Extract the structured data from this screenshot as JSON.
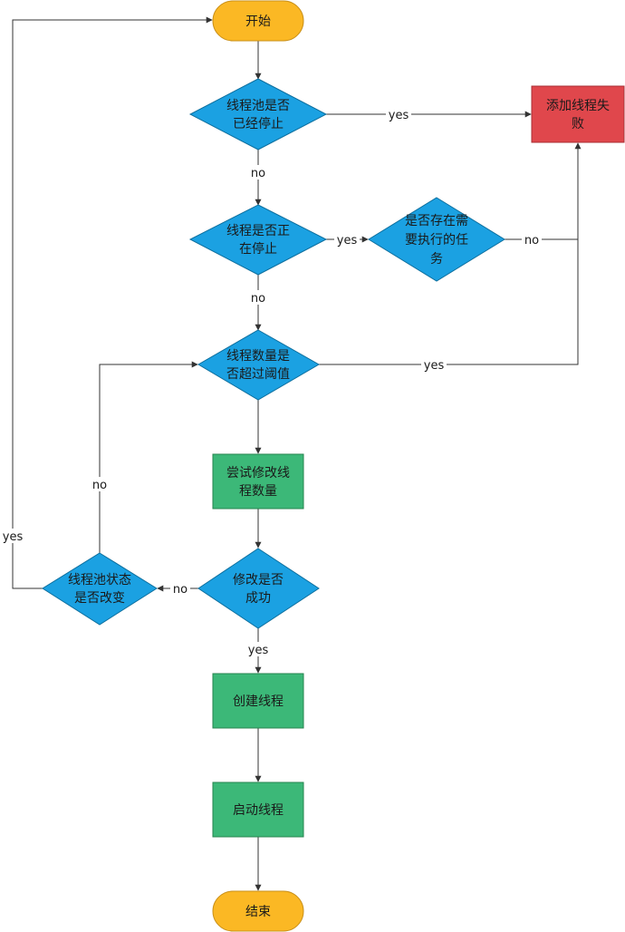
{
  "colors": {
    "terminal": "#FBB824",
    "decision": "#1BA1E2",
    "process": "#3CB878",
    "failure": "#E0474C",
    "line": "#333333"
  },
  "nodes": {
    "start": {
      "label": "开始"
    },
    "d_pool_stopped": {
      "lines": [
        "线程池是否",
        "已经停止"
      ]
    },
    "add_fail": {
      "lines": [
        "添加线程失",
        "败"
      ]
    },
    "d_thread_stopping": {
      "lines": [
        "线程是否正",
        "在停止"
      ]
    },
    "d_task_exists": {
      "lines": [
        "是否存在需",
        "要执行的任",
        "务"
      ]
    },
    "d_exceed": {
      "lines": [
        "线程数量是",
        "否超过阈值"
      ]
    },
    "p_try_modify": {
      "lines": [
        "尝试修改线",
        "程数量"
      ]
    },
    "d_modify_ok": {
      "lines": [
        "修改是否",
        "成功"
      ]
    },
    "d_state_changed": {
      "lines": [
        "线程池状态",
        "是否改变"
      ]
    },
    "p_create": {
      "label": "创建线程"
    },
    "p_start": {
      "label": "启动线程"
    },
    "end": {
      "label": "结束"
    }
  },
  "edge_labels": {
    "pool_stopped_yes": "yes",
    "pool_stopped_no": "no",
    "thread_stopping_yes": "yes",
    "thread_stopping_no": "no",
    "task_exists_no": "no",
    "exceed_yes": "yes",
    "modify_ok_no": "no",
    "modify_ok_yes": "yes",
    "state_changed_no": "no",
    "state_changed_yes": "yes"
  }
}
